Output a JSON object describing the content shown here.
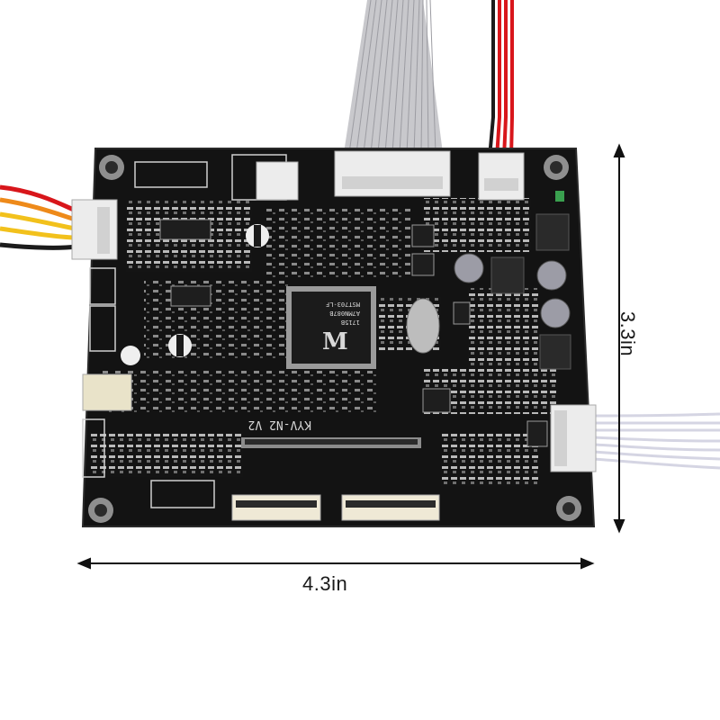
{
  "dimensions": {
    "width_label": "4.3in",
    "height_label": "3.3in"
  },
  "board": {
    "model_label": "KYV-N2 V2",
    "chip_marking_lines": [
      "MST703-LF",
      "A7MN087B",
      "1715B"
    ]
  },
  "colors": {
    "pcb": "#131313",
    "silkscreen": "#d8d8d8",
    "ribbon_wire": "#bfbfc4",
    "connector_white": "#ededed",
    "wire_red": "#d8161b",
    "wire_orange": "#ee8a1a",
    "wire_yellow": "#f2c11c",
    "wire_black": "#1b1b1b"
  }
}
